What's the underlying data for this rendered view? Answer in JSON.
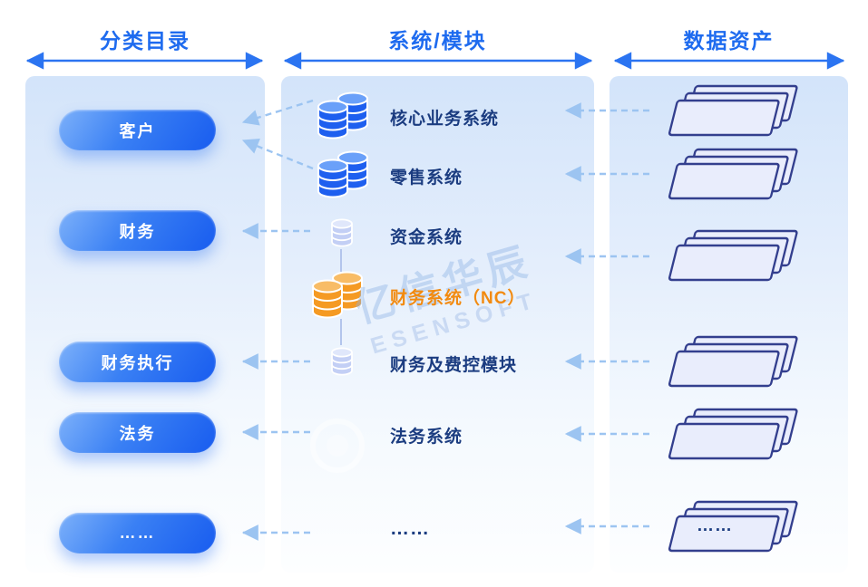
{
  "headers": {
    "catalog": "分类目录",
    "systems": "系统/模块",
    "assets": "数据资产"
  },
  "catalog": {
    "items": [
      {
        "label": "客户"
      },
      {
        "label": "财务"
      },
      {
        "label": "财务执行"
      },
      {
        "label": "法务"
      },
      {
        "label": "……"
      }
    ]
  },
  "systems": {
    "items": [
      {
        "label": "核心业务系统",
        "icon": "database-stack-blue-icon"
      },
      {
        "label": "零售系统",
        "icon": "database-stack-blue-icon"
      },
      {
        "label": "资金系统",
        "icon": "database-small-light-icon"
      },
      {
        "label": "财务系统（NC）",
        "icon": "database-stack-orange-icon",
        "accent": "#F28A0F"
      },
      {
        "label": "财务及费控模块",
        "icon": "database-small-light-icon"
      },
      {
        "label": "法务系统",
        "icon": "none"
      },
      {
        "label": "……",
        "icon": "none"
      }
    ]
  },
  "assets": {
    "items": [
      {
        "label": ""
      },
      {
        "label": ""
      },
      {
        "label": ""
      },
      {
        "label": ""
      },
      {
        "label": ""
      },
      {
        "label": "……"
      }
    ]
  },
  "watermark": {
    "name": "亿信华辰",
    "brand": "ESENSOFT"
  },
  "colors": {
    "header_blue": "#1E6BEF",
    "label_navy": "#1B3C80",
    "accent_orange": "#F28A0F",
    "pill_blue_start": "#7DB1FA",
    "pill_blue_end": "#185CEF",
    "dashed_arrow_blue": "#9CC4F1",
    "span_arrow_blue": "#2B74F1",
    "doc_fill": "#E9EDFC",
    "doc_border": "#333F8E",
    "db_blue": "#1E5FEF",
    "db_orange": "#F59A23"
  }
}
